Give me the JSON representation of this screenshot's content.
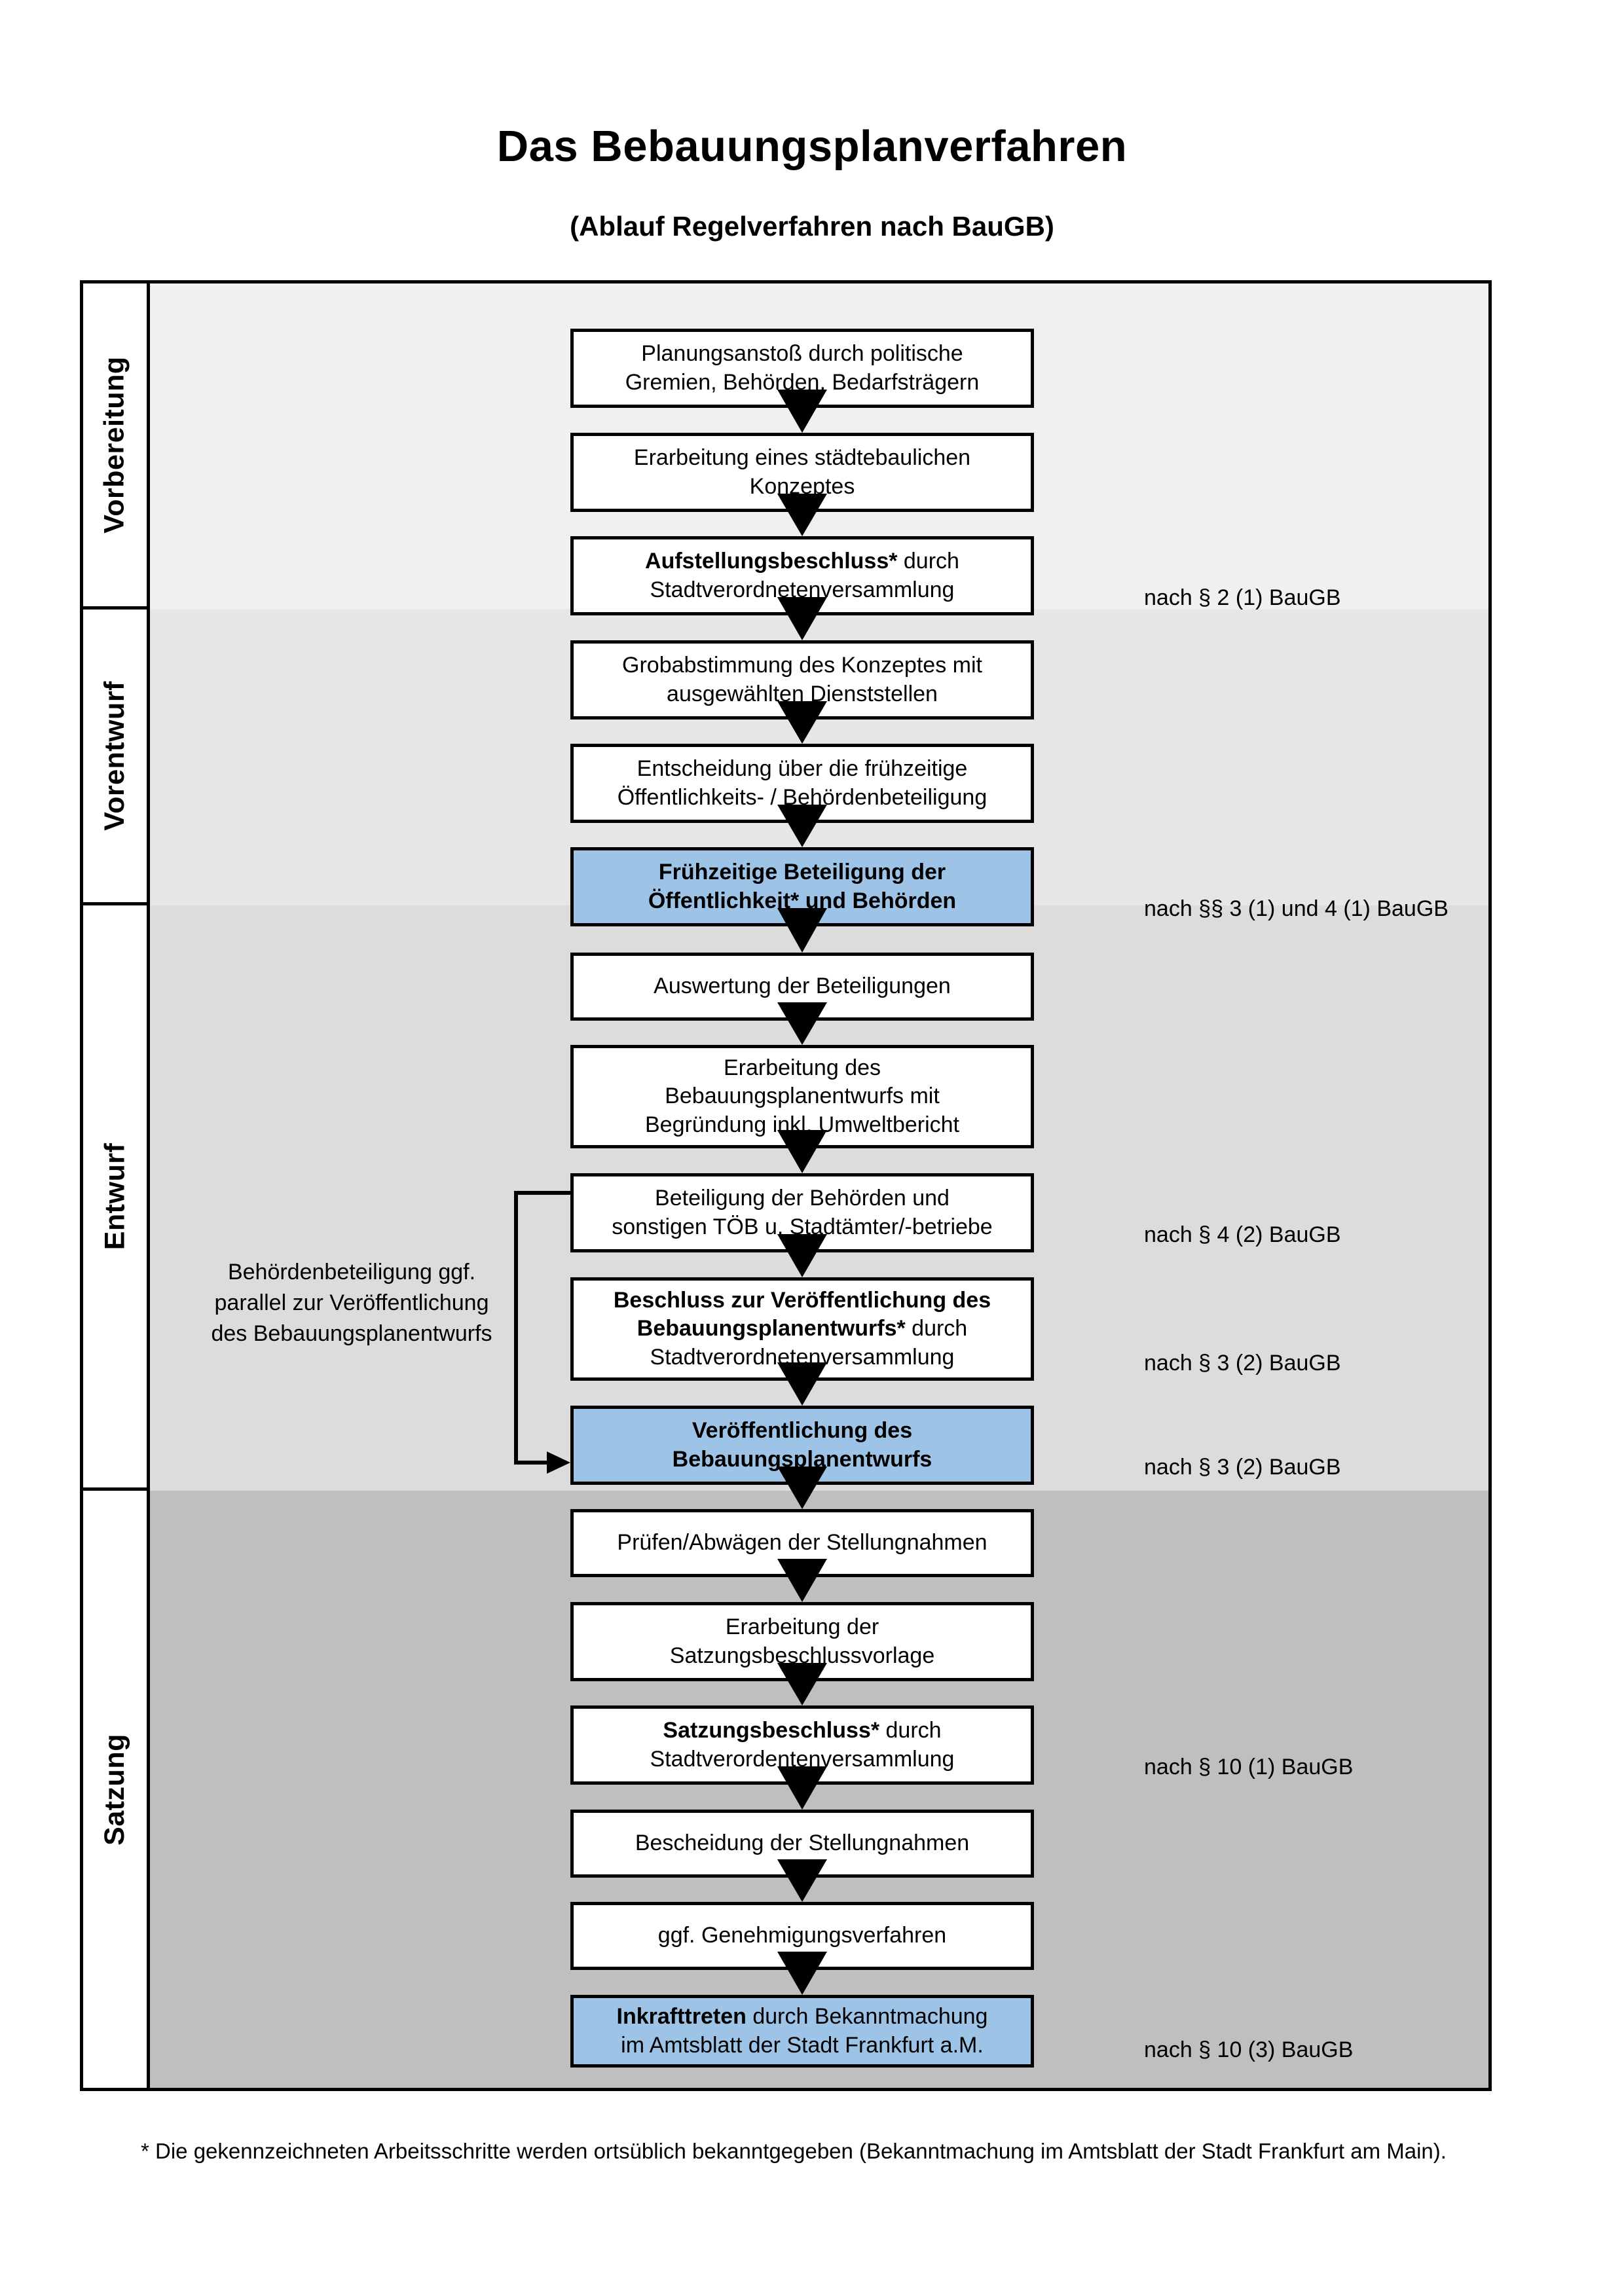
{
  "document": {
    "title": "Das Bebauungsplanverfahren",
    "subtitle": "(Ablauf Regelverfahren nach BauGB)",
    "footnote": "* Die gekennzeichneten Arbeitsschritte werden ortsüblich bekanntgegeben (Bekanntmachung im Amtsblatt  der Stadt Frankfurt am Main)."
  },
  "phases": [
    {
      "label": "Vorbereitung",
      "shade": "#f0f0f0"
    },
    {
      "label": "Vorentwurf",
      "shade": "#e6e6e6"
    },
    {
      "label": "Entwurf",
      "shade": "#dcdcdc"
    },
    {
      "label": "Satzung",
      "shade": "#bfbfbf"
    }
  ],
  "side_note": "Behördenbeteiligung ggf. parallel zur Veröffentlichung des Bebauungsplanentwurfs",
  "steps": [
    {
      "id": "planungsanstoss",
      "line1": "Planungsanstoß durch politische",
      "line2": "Gremien, Behörden, Bedarfsträgern",
      "line3": "",
      "bold": "",
      "highlight": false
    },
    {
      "id": "konzept",
      "line1": "Erarbeitung eines städtebaulichen",
      "line2": "Konzeptes",
      "line3": "",
      "bold": "",
      "highlight": false
    },
    {
      "id": "aufstellungsbeschluss",
      "line1": "",
      "line2": "Stadtverordnetenversammlung",
      "line3": "",
      "bold": "Aufstellungsbeschluss*",
      "boldsuffix": " durch",
      "highlight": false
    },
    {
      "id": "grobabstimmung",
      "line1": "Grobabstimmung des Konzeptes mit",
      "line2": "ausgewählten Dienststellen",
      "line3": "",
      "bold": "",
      "highlight": false
    },
    {
      "id": "entscheidung",
      "line1": "Entscheidung über die frühzeitige",
      "line2": "Öffentlichkeits- / Behördenbeteiligung",
      "line3": "",
      "bold": "",
      "highlight": false
    },
    {
      "id": "fruehzeitige-beteiligung",
      "line1": "Frühzeitige Beteiligung der",
      "line2": "Öffentlichkeit* und Behörden",
      "line3": "",
      "allbold": true,
      "highlight": true
    },
    {
      "id": "auswertung",
      "line1": "Auswertung der Beteiligungen",
      "line2": "",
      "line3": "",
      "bold": "",
      "highlight": false
    },
    {
      "id": "erarbeitung-entwurf",
      "line1": "Erarbeitung des",
      "line2": "Bebauungsplanentwurfs mit",
      "line3": "Begründung inkl. Umweltbericht",
      "bold": "",
      "highlight": false
    },
    {
      "id": "beteiligung-behoerden",
      "line1": "Beteiligung der Behörden und",
      "line2": "sonstigen TÖB u. Stadtämter/-betriebe",
      "line3": "",
      "bold": "",
      "highlight": false
    },
    {
      "id": "beschluss-veroeffentlichung",
      "line1": "Beschluss zur Veröffentlichung des",
      "line2": "Bebauungsplanentwurfs*",
      "line3": "Stadtverordnetenversammlung",
      "boldlines": 2,
      "boldsuffix": " durch",
      "highlight": false
    },
    {
      "id": "veroeffentlichung",
      "line1": "Veröffentlichung des",
      "line2": "Bebauungsplanentwurfs",
      "line3": "",
      "allbold": true,
      "highlight": true
    },
    {
      "id": "pruefen-abwaegen",
      "line1": "Prüfen/Abwägen der Stellungnahmen",
      "line2": "",
      "line3": "",
      "bold": "",
      "highlight": false
    },
    {
      "id": "satzungsbeschlussvorlage",
      "line1": "Erarbeitung der",
      "line2": "Satzungsbeschlussvorlage",
      "line3": "",
      "bold": "",
      "highlight": false
    },
    {
      "id": "satzungsbeschluss",
      "line1": "",
      "line2": "Stadtverordentenversammlung",
      "line3": "",
      "bold": "Satzungsbeschluss*",
      "boldsuffix": " durch",
      "highlight": false
    },
    {
      "id": "bescheidung",
      "line1": "Bescheidung der Stellungnahmen",
      "line2": "",
      "line3": "",
      "bold": "",
      "highlight": false
    },
    {
      "id": "genehmigungsverfahren",
      "line1": "ggf. Genehmigungsverfahren",
      "line2": "",
      "line3": "",
      "bold": "",
      "highlight": false
    },
    {
      "id": "inkrafttreten",
      "line1": "",
      "line2": "im Amtsblatt der Stadt Frankfurt a.M.",
      "line3": "",
      "bold": "Inkrafttreten",
      "boldsuffix": " durch Bekanntmachung",
      "highlight": true
    }
  ],
  "references": [
    {
      "id": "ref-aufstellungsbeschluss",
      "text": "nach § 2 (1) BauGB"
    },
    {
      "id": "ref-fruehzeitige",
      "text": "nach §§ 3 (1) und 4 (1) BauGB"
    },
    {
      "id": "ref-beteiligung-behoerden",
      "text": "nach § 4 (2) BauGB"
    },
    {
      "id": "ref-beschluss",
      "text": "nach § 3 (2) BauGB"
    },
    {
      "id": "ref-veroeffentlichung",
      "text": "nach § 3 (2) BauGB"
    },
    {
      "id": "ref-satzungsbeschluss",
      "text": "nach § 10 (1) BauGB"
    },
    {
      "id": "ref-inkrafttreten",
      "text": "nach § 10 (3) BauGB"
    }
  ],
  "colors": {
    "highlight_fill": "#9dc3e6",
    "border": "#000000"
  }
}
